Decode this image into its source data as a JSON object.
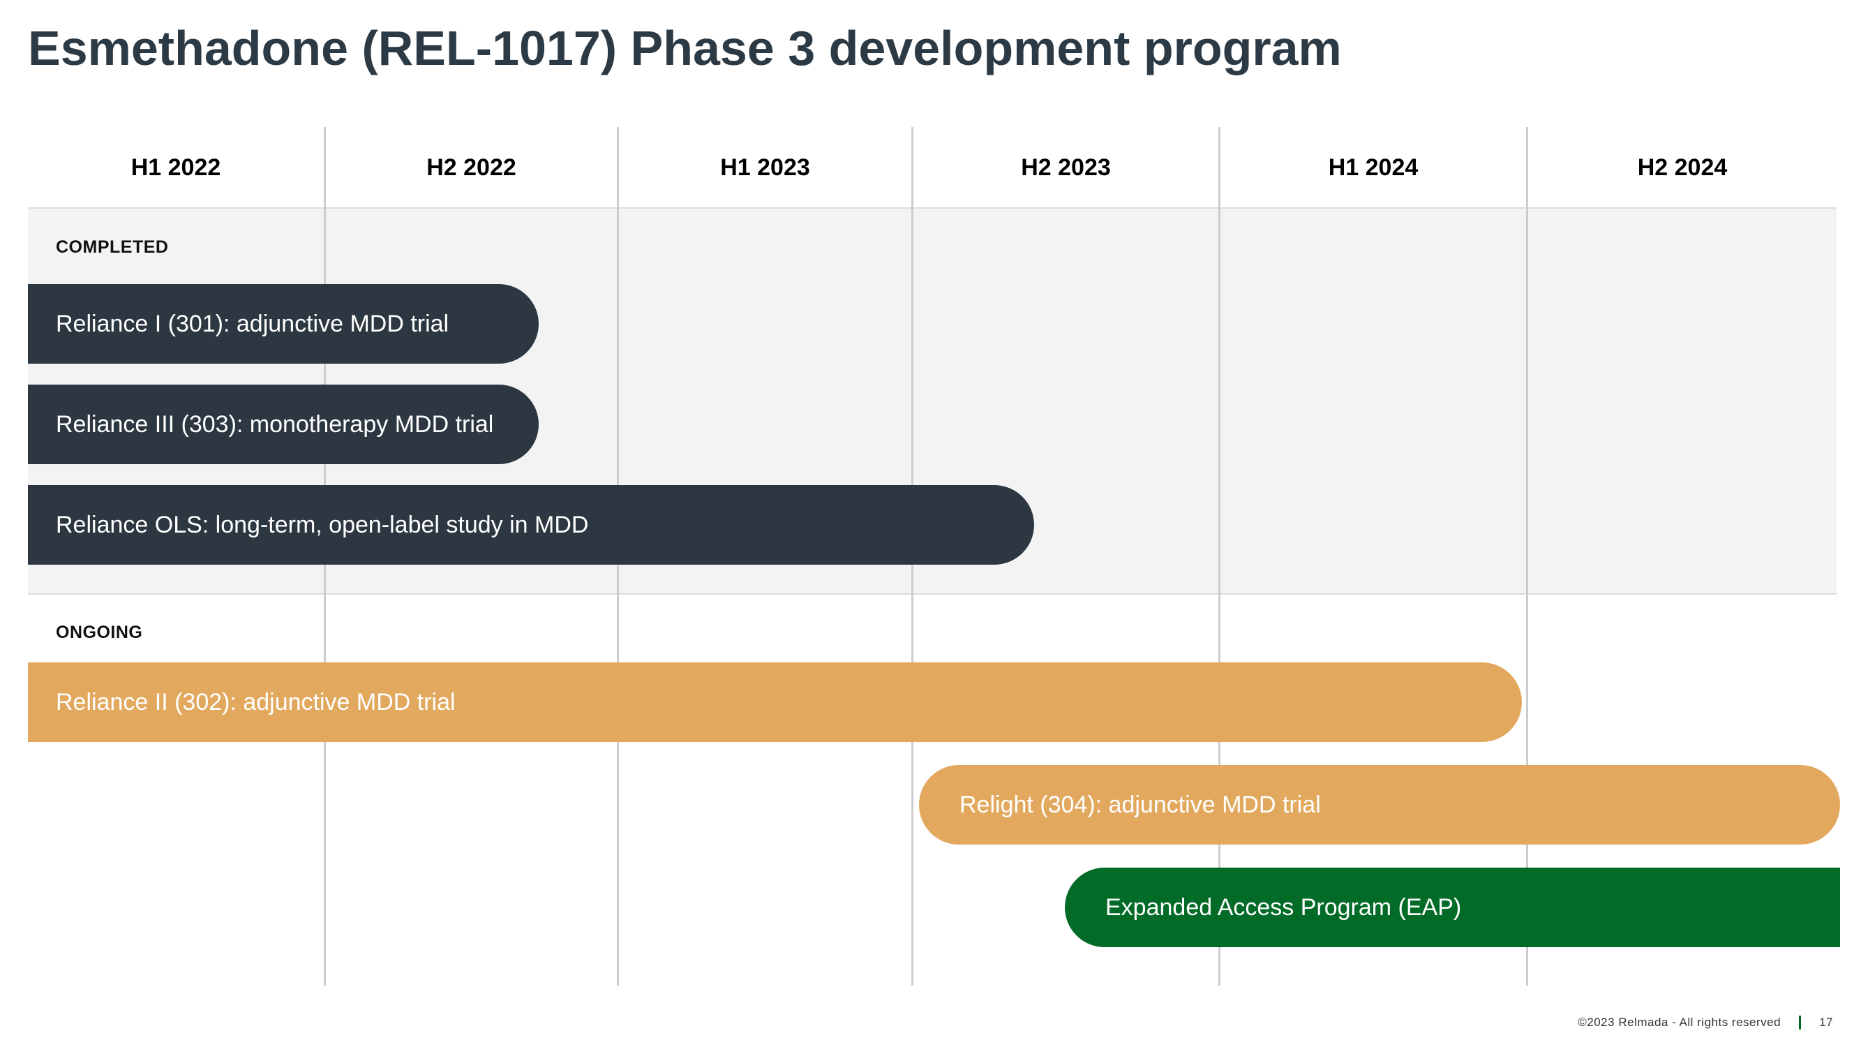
{
  "title": "Esmethadone (REL-1017) Phase 3 development program",
  "timeline": {
    "periods": [
      "H1 2022",
      "H2 2022",
      "H1 2023",
      "H2 2023",
      "H1 2024",
      "H2 2024"
    ]
  },
  "sections": {
    "completed": "COMPLETED",
    "ongoing": "ONGOING"
  },
  "trials": {
    "reliance_1": "Reliance I (301): adjunctive MDD trial",
    "reliance_3": "Reliance III (303): monotherapy MDD trial",
    "reliance_ols": "Reliance OLS: long-term, open-label study in MDD",
    "reliance_2": "Reliance II (302): adjunctive MDD trial",
    "relight": "Relight (304): adjunctive MDD trial",
    "eap": "Expanded Access Program (EAP)"
  },
  "colors": {
    "completed": "#2c3741",
    "ongoing": "#e2a95e",
    "eap": "#026b27",
    "title": "#2c3a45"
  },
  "footer": {
    "copyright": "©2023 Relmada - All rights reserved",
    "page_number": "17"
  }
}
